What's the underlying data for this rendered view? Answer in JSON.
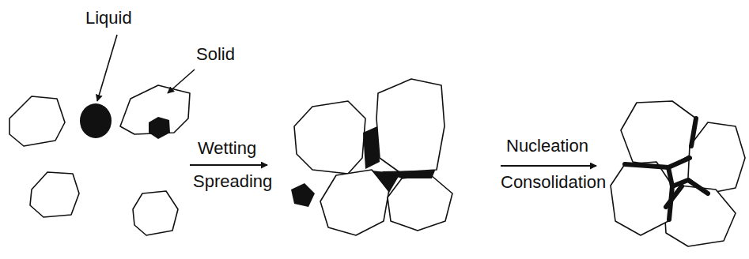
{
  "diagram": {
    "labels": [
      "Liquid",
      "Solid",
      "Wetting",
      "Spreading",
      "Nucleation",
      "Consolidation"
    ]
  }
}
